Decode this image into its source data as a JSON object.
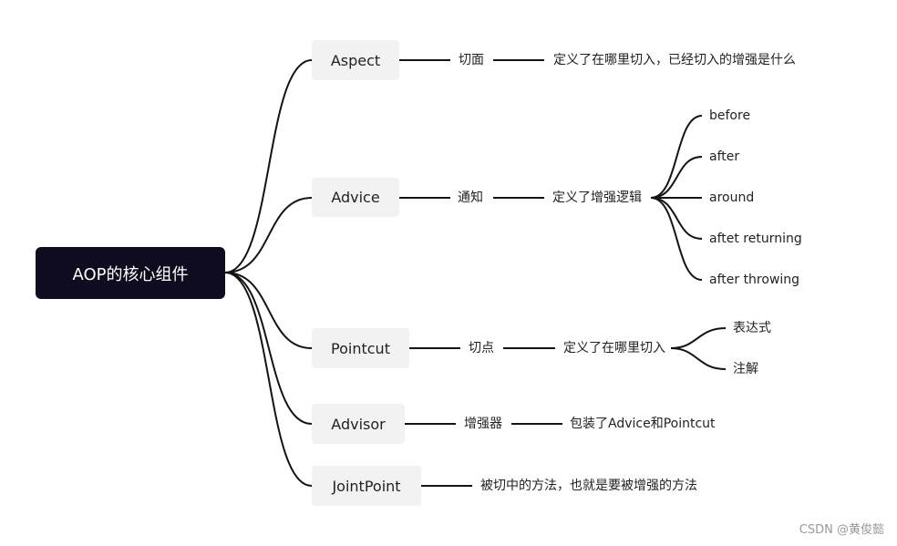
{
  "root": {
    "label": "AOP的核心组件"
  },
  "branches": [
    {
      "name": "Aspect",
      "role": "切面",
      "desc": "定义了在哪里切入，已经切入的增强是什么"
    },
    {
      "name": "Advice",
      "role": "通知",
      "desc": "定义了增强逻辑",
      "children": [
        "before",
        "after",
        "around",
        "aftet returning",
        "after throwing"
      ]
    },
    {
      "name": "Pointcut",
      "role": "切点",
      "desc": "定义了在哪里切入",
      "children": [
        "表达式",
        "注解"
      ]
    },
    {
      "name": "Advisor",
      "role": "增强器",
      "desc": "包装了Advice和Pointcut"
    },
    {
      "name": "JointPoint",
      "desc": "被切中的方法，也就是要被增强的方法"
    }
  ],
  "watermark": "CSDN @黄俊懿"
}
